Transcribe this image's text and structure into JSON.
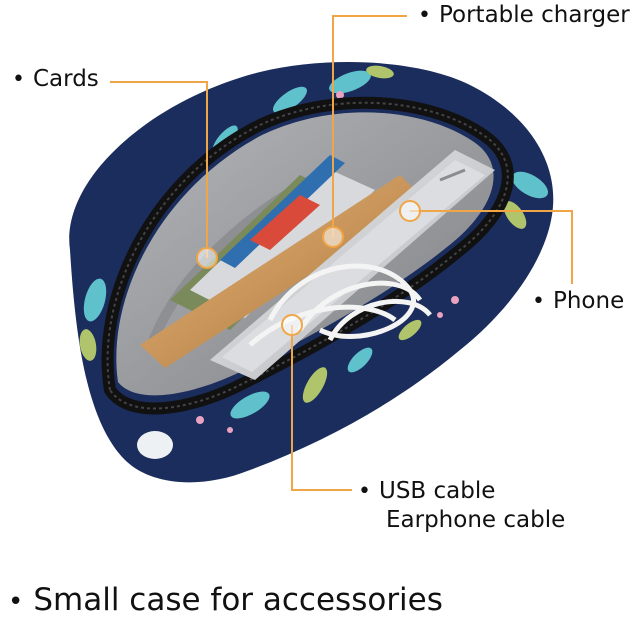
{
  "labels": {
    "cards": "Cards",
    "portable_charger": "Portable charger",
    "phone": "Phone",
    "usb_cable": "USB cable",
    "earphone_cable": "Earphone cable"
  },
  "caption": "Small case for accessories",
  "bullet": "•",
  "colors": {
    "case_navy": "#1b2d5c",
    "lining_grey": "#9a9c9f",
    "callout_orange": "#f0a547",
    "charger_gold": "#c9955a",
    "phone_silver": "#c8c9cc",
    "leaf_teal": "#5fc1cc",
    "leaf_olive": "#b0c46b"
  }
}
